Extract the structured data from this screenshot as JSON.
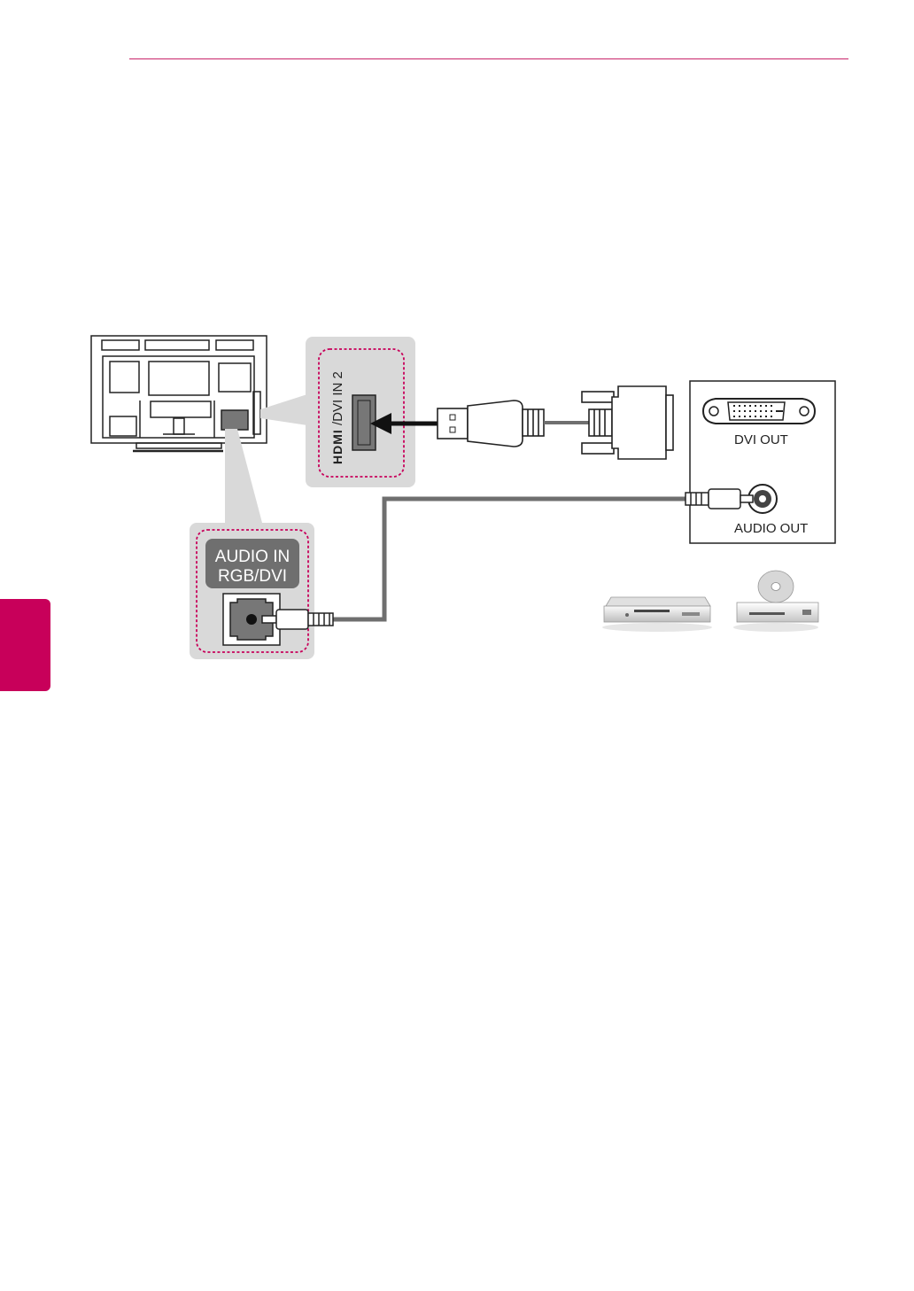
{
  "colors": {
    "accent": "#c8005a",
    "header_rule": "#c8246a",
    "callout_bg": "#d9d9d9",
    "cable": "#6f6f6f"
  },
  "tv_panel": {
    "hdmi_logo": "HDMI",
    "port_label": "/DVI IN 2"
  },
  "audio_panel": {
    "line1": "AUDIO IN",
    "line2": "RGB/DVI"
  },
  "source_device": {
    "dvi_label": "DVI OUT",
    "audio_label": "AUDIO OUT"
  },
  "icons": [
    "tv-back-icon",
    "hdmi-port-icon",
    "hdmi-plug-icon",
    "dvi-plug-icon",
    "dvi-port-icon",
    "audio-jack-icon",
    "audio-plug-icon",
    "dvd-recorder-icon",
    "dvd-player-icon"
  ]
}
